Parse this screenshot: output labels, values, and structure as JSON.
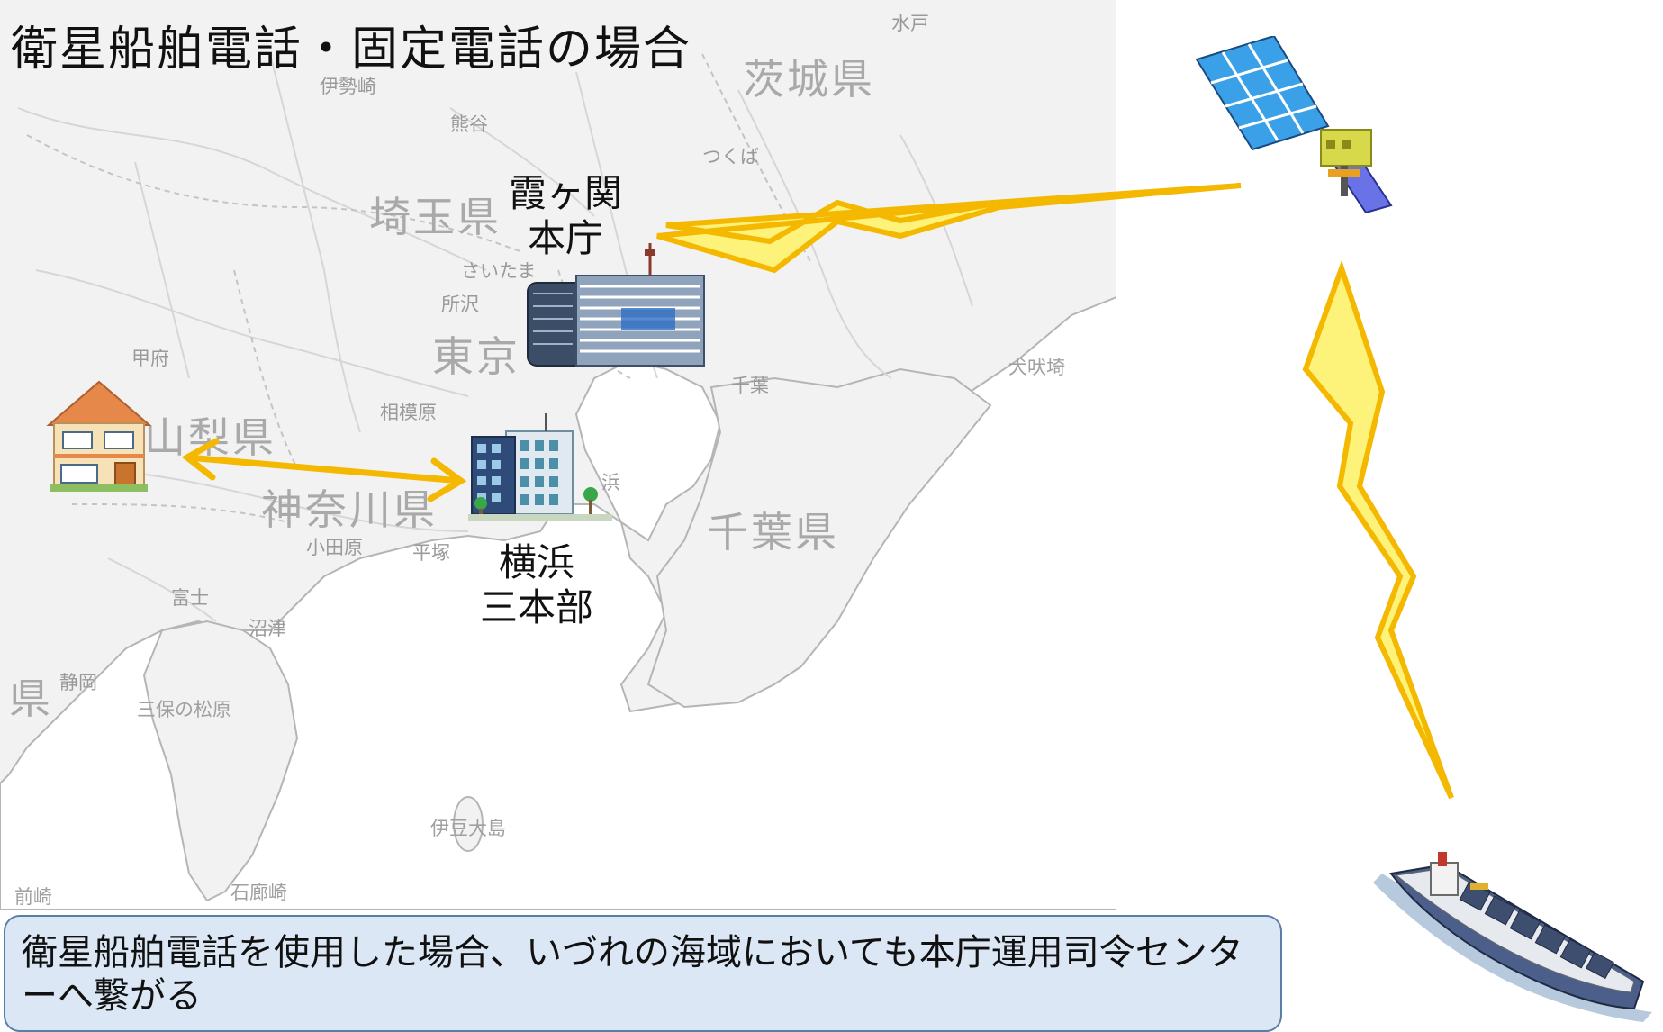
{
  "title": "衛星船舶電話・固定電話の場合",
  "map": {
    "prefectures": {
      "ibaraki": "茨城県",
      "saitama": "埼玉県",
      "tokyo": "東京",
      "yamanashi": "山梨県",
      "kanagawa": "神奈川県",
      "chiba": "千葉県",
      "shizuoka": "県"
    },
    "cities": {
      "mito": "水戸",
      "isesaki": "伊勢崎",
      "kumagaya": "熊谷",
      "tsukuba": "つくば",
      "saitama_city": "さいたま",
      "tokorozawa": "所沢",
      "kofu": "甲府",
      "sagamihara": "相模原",
      "chiba_city": "千葉",
      "odawara": "小田原",
      "hiratsuka": "平塚",
      "fuji": "富士",
      "numazu": "沼津",
      "shizuoka_city": "静岡",
      "miho": "三保の松原",
      "izu_oshima": "伊豆大島",
      "irozaki": "石廊崎",
      "omaezaki": "前崎",
      "inubosaki": "犬吠埼",
      "yokohama_map": "浜"
    }
  },
  "sites": {
    "honcho_line1": "霞ヶ関",
    "honcho_line2": "本庁",
    "yokohama_line1": "横浜",
    "yokohama_line2": "三本部"
  },
  "icons": {
    "house": "house-icon",
    "office": "office-building-icon",
    "hq": "headquarters-building-icon",
    "satellite": "satellite-icon",
    "ship": "container-ship-icon"
  },
  "caption": "衛星船舶電話を使用した場合、いづれの海域においても本庁運用司令センターへ繋がる",
  "colors": {
    "bolt_fill": "#fdf27a",
    "bolt_stroke": "#f5b800",
    "arrow": "#f5b800",
    "caption_bg": "#dbe7f4",
    "caption_border": "#5a7fa6",
    "map_bg": "#f2f2f2",
    "sea": "#ffffff"
  }
}
